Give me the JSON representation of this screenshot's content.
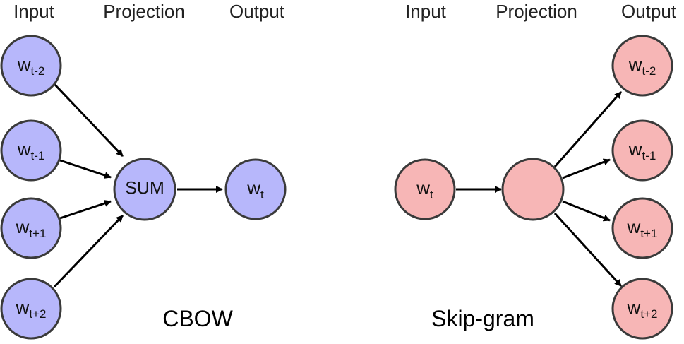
{
  "cbow": {
    "headers": {
      "input": "Input",
      "projection": "Projection",
      "output": "Output"
    },
    "caption": "CBOW",
    "inputs": [
      {
        "base": "w",
        "sub": "t-2"
      },
      {
        "base": "w",
        "sub": "t-1"
      },
      {
        "base": "w",
        "sub": "t+1"
      },
      {
        "base": "w",
        "sub": "t+2"
      }
    ],
    "projection": "SUM",
    "output": {
      "base": "w",
      "sub": "t"
    },
    "node_color": "#b7b7fb"
  },
  "skipgram": {
    "headers": {
      "input": "Input",
      "projection": "Projection",
      "output": "Output"
    },
    "caption": "Skip-gram",
    "input": {
      "base": "w",
      "sub": "t"
    },
    "projection": "",
    "outputs": [
      {
        "base": "w",
        "sub": "t-2"
      },
      {
        "base": "w",
        "sub": "t-1"
      },
      {
        "base": "w",
        "sub": "t+1"
      },
      {
        "base": "w",
        "sub": "t+2"
      }
    ],
    "node_color": "#f7b6b6"
  }
}
